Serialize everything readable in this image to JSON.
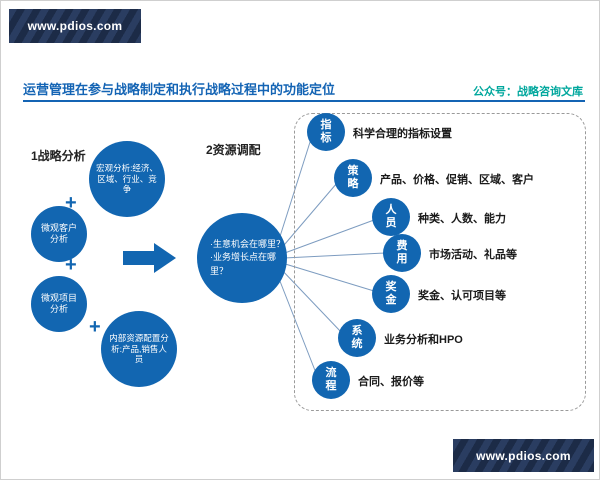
{
  "banners": {
    "site": "www.pdios.com"
  },
  "header": {
    "title": "运营管理在参与战略制定和执行战略过程中的功能定位",
    "account": "公众号：战略咨询文库"
  },
  "left": {
    "label": "1战略分析",
    "plus": "+",
    "circles": [
      "宏观分析:经济、区域、行业、竞争",
      "微观客户分析",
      "微观项目分析",
      "内部资源配置分析:产品,销售人员"
    ]
  },
  "center": {
    "label": "2资源调配",
    "lines": [
      "·生意机会在哪里？",
      "·业务增长点在哪里？"
    ]
  },
  "right": {
    "items": [
      {
        "circle": "指标",
        "label": "科学合理的指标设置"
      },
      {
        "circle": "策略",
        "label": "产品、价格、促销、区域、客户"
      },
      {
        "circle": "人员",
        "label": "种类、人数、能力"
      },
      {
        "circle": "费用",
        "label": "市场活动、礼品等"
      },
      {
        "circle": "奖金",
        "label": "奖金、认可项目等"
      },
      {
        "circle": "系统",
        "label": "业务分析和HPO"
      },
      {
        "circle": "流程",
        "label": "合同、报价等"
      }
    ]
  },
  "colors": {
    "accent_blue": "#1266b1",
    "title_blue": "#1464b4",
    "teal": "#00a79d",
    "banner_navy": "#1c2b47"
  }
}
